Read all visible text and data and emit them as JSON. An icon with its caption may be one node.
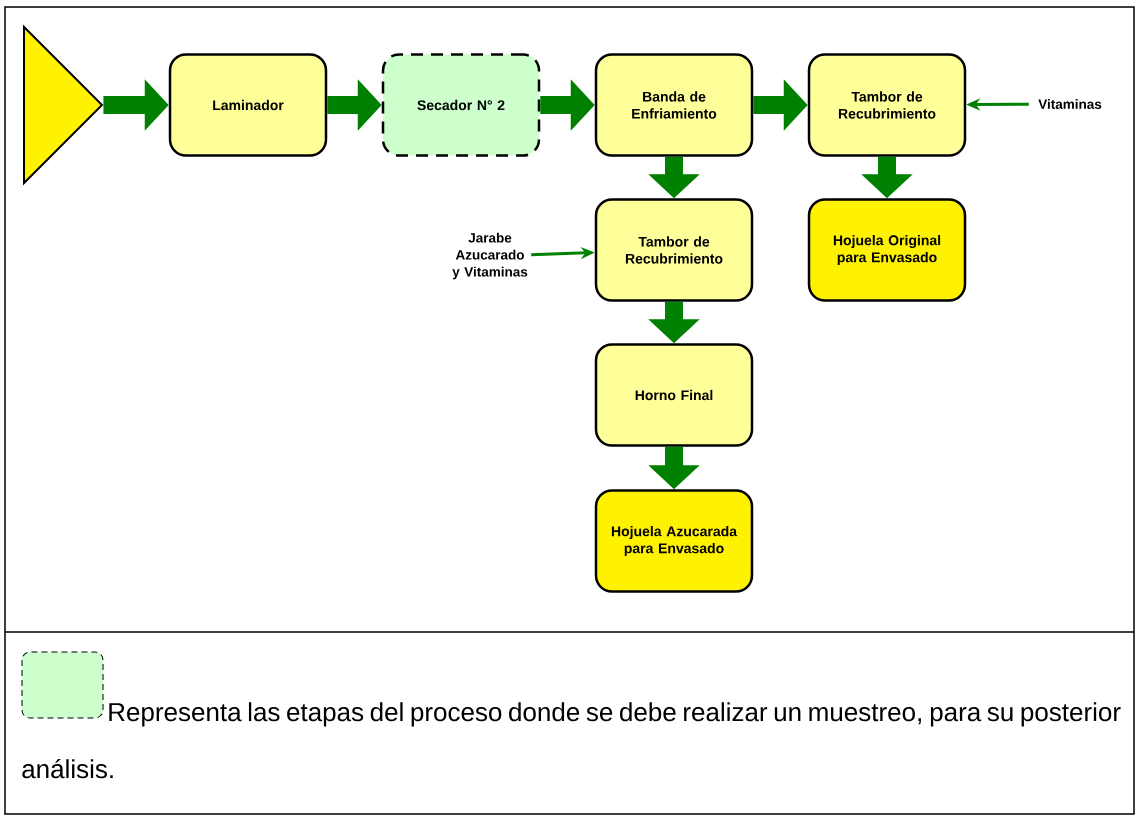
{
  "diagram": {
    "nodes": [
      {
        "text": [],
        "shape": "triangle"
      },
      {
        "text": [
          "Laminador"
        ]
      },
      {
        "text": [
          "Secador N° 2"
        ]
      },
      {
        "text": [
          "Banda de Enfriamiento"
        ]
      },
      {
        "text": [
          "Tambor de Recubrimiento"
        ]
      },
      {
        "text": [
          "Vitaminas"
        ]
      },
      {
        "text": [
          "Jarabe Azucarado y Vitaminas"
        ]
      },
      {
        "text": [
          "Tambor de Recubrimiento"
        ]
      },
      {
        "text": [
          "Hojuela Original para Envasado"
        ]
      },
      {
        "text": [
          "Horno Final"
        ]
      },
      {
        "text": [
          "Hojuela Azucarada para Envasado"
        ]
      }
    ],
    "edges": [
      {
        "from": 0,
        "to": 1,
        "arrow": "to"
      },
      {
        "from": 1,
        "to": 2,
        "arrow": "to"
      },
      {
        "from": 2,
        "to": 3,
        "arrow": "to"
      },
      {
        "from": 3,
        "to": 4,
        "arrow": "to"
      },
      {
        "from": 5,
        "to": 4,
        "arrow": "to"
      },
      {
        "from": 3,
        "to": 7,
        "arrow": "to"
      },
      {
        "from": 4,
        "to": 8,
        "arrow": "to"
      },
      {
        "from": 6,
        "to": 7,
        "arrow": "to"
      },
      {
        "from": 7,
        "to": 9,
        "arrow": "to"
      },
      {
        "from": 9,
        "to": 10,
        "arrow": "to"
      }
    ],
    "legend": [
      {
        "text": "Representa las etapas del proceso donde se debe realizar un muestreo, para su posterior análisis."
      }
    ]
  }
}
